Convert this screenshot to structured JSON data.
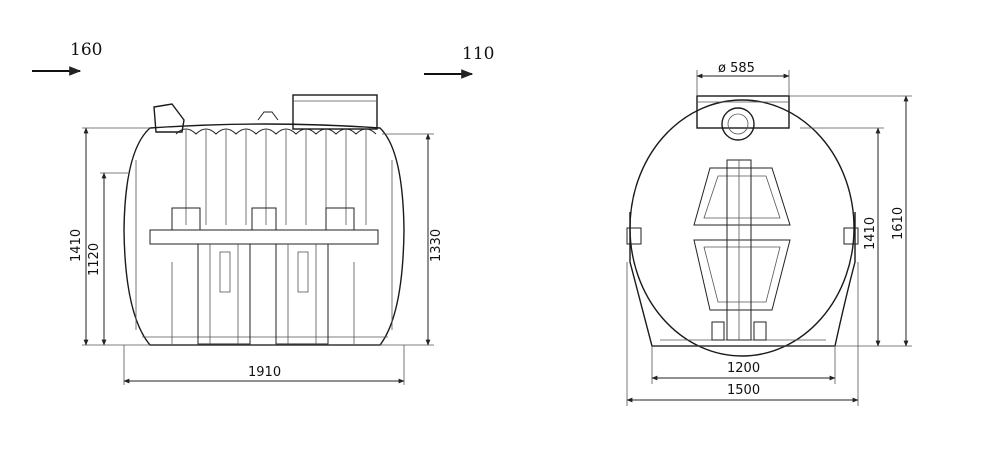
{
  "inlet": {
    "value": "160"
  },
  "outlet": {
    "value": "110"
  },
  "side_view": {
    "height_overall": "1410",
    "height_pipe": "1120",
    "height_outlet": "1330",
    "length": "1910"
  },
  "end_view": {
    "neck_diameter": "ø 585",
    "width_inner": "1200",
    "width_outer": "1500",
    "height_body": "1410",
    "height_total": "1610"
  }
}
